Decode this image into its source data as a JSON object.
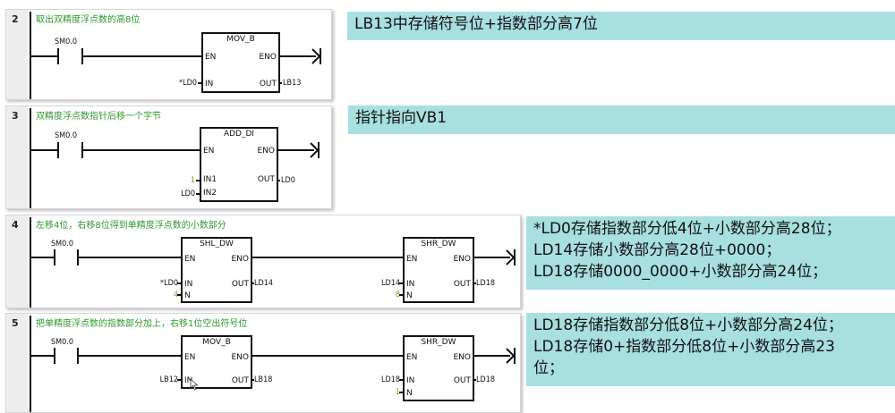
{
  "networks": [
    {
      "number": "2",
      "comment": "取出双精度浮点数的高8位",
      "contact": "SM0.0",
      "blocks": [
        {
          "title": "MOV_B",
          "en": "EN",
          "eno": "ENO",
          "inputs": [
            {
              "pin": "IN",
              "operand": "*LD0",
              "const": false
            }
          ],
          "outputs": [
            {
              "pin": "OUT",
              "operand": "LB13"
            }
          ]
        }
      ],
      "note": [
        "LB13中存储符号位+指数部分高7位"
      ]
    },
    {
      "number": "3",
      "comment": "双精度浮点数指针后移一个字节",
      "contact": "SM0.0",
      "blocks": [
        {
          "title": "ADD_DI",
          "en": "EN",
          "eno": "ENO",
          "inputs": [
            {
              "pin": "IN1",
              "operand": "1",
              "const": true
            },
            {
              "pin": "IN2",
              "operand": "LD0",
              "const": false
            }
          ],
          "outputs": [
            {
              "pin": "OUT",
              "operand": "LD0"
            }
          ]
        }
      ],
      "note": [
        "指针指向VB1"
      ]
    },
    {
      "number": "4",
      "comment": "左移4位，右移8位得到单精度浮点数的小数部分",
      "contact": "SM0.0",
      "blocks": [
        {
          "title": "SHL_DW",
          "en": "EN",
          "eno": "ENO",
          "inputs": [
            {
              "pin": "IN",
              "operand": "*LD0",
              "const": false
            },
            {
              "pin": "N",
              "operand": "4",
              "const": true
            }
          ],
          "outputs": [
            {
              "pin": "OUT",
              "operand": "LD14"
            }
          ]
        },
        {
          "title": "SHR_DW",
          "en": "EN",
          "eno": "ENO",
          "inputs": [
            {
              "pin": "IN",
              "operand": "LD14",
              "const": false
            },
            {
              "pin": "N",
              "operand": "8",
              "const": true
            }
          ],
          "outputs": [
            {
              "pin": "OUT",
              "operand": "LD18"
            }
          ]
        }
      ],
      "note": [
        "*LD0存储指数部分低4位+小数部分高28位；",
        "LD14存储小数部分高28位+0000；",
        "LD18存储0000_0000+小数部分高24位；"
      ]
    },
    {
      "number": "5",
      "comment": "把单精度浮点数的指数部分加上，右移1位空出符号位",
      "contact": "SM0.0",
      "blocks": [
        {
          "title": "MOV_B",
          "en": "EN",
          "eno": "ENO",
          "inputs": [
            {
              "pin": "IN",
              "operand": "LB12",
              "const": false
            }
          ],
          "outputs": [
            {
              "pin": "OUT",
              "operand": "LB18"
            }
          ]
        },
        {
          "title": "SHR_DW",
          "en": "EN",
          "eno": "ENO",
          "inputs": [
            {
              "pin": "IN",
              "operand": "LD18",
              "const": false
            },
            {
              "pin": "N",
              "operand": "1",
              "const": true
            }
          ],
          "outputs": [
            {
              "pin": "OUT",
              "operand": "LD18"
            }
          ]
        }
      ],
      "note": [
        "LD18存储指数部分低8位+小数部分高24位；",
        "LD18存储0+指数部分低8位+小数部分高23",
        "位；"
      ]
    }
  ]
}
